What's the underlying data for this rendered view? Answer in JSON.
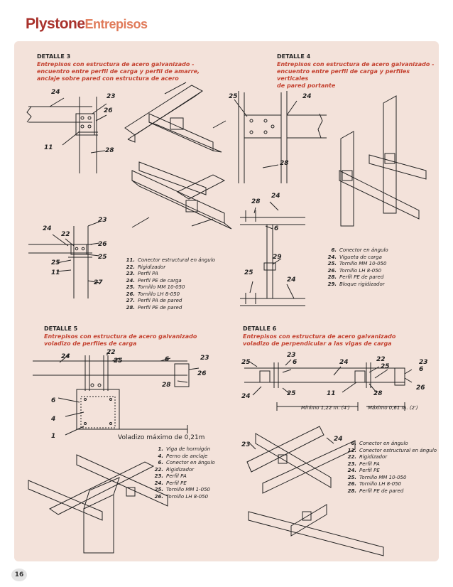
{
  "header": {
    "brand_bold": "Plystone",
    "brand_light": "Entrepisos"
  },
  "page_number": "16",
  "details": {
    "d3": {
      "title": "DETALLE 3",
      "desc": [
        "Entrepisos con estructura de acero galvanizado -",
        "encuentro entre perfil de carga y perfil de amarre,",
        "anclaje sobre pared con estructura de acero"
      ]
    },
    "d4": {
      "title": "DETALLE 4",
      "desc": [
        "Entrepisos con estructura de acero galvanizado -",
        "encuentro entre perfil de carga y perfiles verticales",
        "de pared portante"
      ]
    },
    "d5": {
      "title": "DETALLE 5",
      "desc": [
        "Entrepisos con estructura de acero galvanizado",
        "voladizo de perfiles de carga"
      ]
    },
    "d6": {
      "title": "DETALLE 6",
      "desc": [
        "Entrepisos con estructura de acero galvanizado",
        "voladizo de perpendicular a las vigas de carga"
      ]
    }
  },
  "legend_d3": [
    {
      "num": "11.",
      "text": "Conector estructural en ángulo"
    },
    {
      "num": "22.",
      "text": "Rigidizador"
    },
    {
      "num": "23.",
      "text": "Perfil PA"
    },
    {
      "num": "24.",
      "text": "Perfil PE de carga"
    },
    {
      "num": "25.",
      "text": "Tornillo MM 10-050"
    },
    {
      "num": "26.",
      "text": "Tornillo LH 8-050"
    },
    {
      "num": "27.",
      "text": "Perfil PA de pared"
    },
    {
      "num": "28.",
      "text": "Perfil PE de pared"
    }
  ],
  "legend_d4": [
    {
      "num": "6.",
      "text": "Conector en ángulo"
    },
    {
      "num": "24.",
      "text": "Vigueta de carga"
    },
    {
      "num": "25.",
      "text": "Tornillo MM 10-050"
    },
    {
      "num": "26.",
      "text": "Tornillo LH 8-050"
    },
    {
      "num": "28.",
      "text": "Perfil PE de pared"
    },
    {
      "num": "29.",
      "text": "Bloque rigidizador"
    }
  ],
  "legend_d5": [
    {
      "num": "1.",
      "text": "Viga de hormigón"
    },
    {
      "num": "4.",
      "text": "Perno de anclaje"
    },
    {
      "num": "6.",
      "text": "Conector en ángulo"
    },
    {
      "num": "22.",
      "text": "Rigidizador"
    },
    {
      "num": "23.",
      "text": "Perfil PA"
    },
    {
      "num": "24.",
      "text": "Perfil PE"
    },
    {
      "num": "25.",
      "text": "Tornillo MM 1-050"
    },
    {
      "num": "26.",
      "text": "Tornillo LH 8-050"
    }
  ],
  "legend_d6": [
    {
      "num": "6.",
      "text": "Conector en ángulo"
    },
    {
      "num": "11.",
      "text": "Conector estructural en ángulo"
    },
    {
      "num": "22.",
      "text": "Rigidizador"
    },
    {
      "num": "23.",
      "text": "Perfil PA"
    },
    {
      "num": "24.",
      "text": "Perfil PE"
    },
    {
      "num": "25.",
      "text": "Tornillo MM 10-050"
    },
    {
      "num": "26.",
      "text": "Tornillo LH 8-050"
    },
    {
      "num": "28.",
      "text": "Perfil PE de pared"
    }
  ],
  "labels": {
    "d3a": [
      "24",
      "23",
      "26",
      "11",
      "28"
    ],
    "d3b": [
      "23",
      "24",
      "22",
      "26",
      "25",
      "25",
      "11",
      "27"
    ],
    "d4a": [
      "25",
      "24",
      "28"
    ],
    "d4b": [
      "28",
      "24",
      "6",
      "29",
      "25",
      "24"
    ],
    "d5": [
      "24",
      "22",
      "25",
      "6",
      "23",
      "26",
      "28",
      "6",
      "4",
      "1"
    ],
    "d6a": [
      "25",
      "23",
      "6",
      "24",
      "22",
      "25",
      "23",
      "6",
      "26",
      "24",
      "25",
      "11",
      "28"
    ],
    "d6b": [
      "23",
      "24"
    ]
  },
  "dimensions": {
    "voladizo": "Voladizo máximo de 0,21m",
    "minimo_a": "Mínimo 1,22 m. (4')",
    "minimo_b": "Máximo 0,61 m. (2')"
  }
}
